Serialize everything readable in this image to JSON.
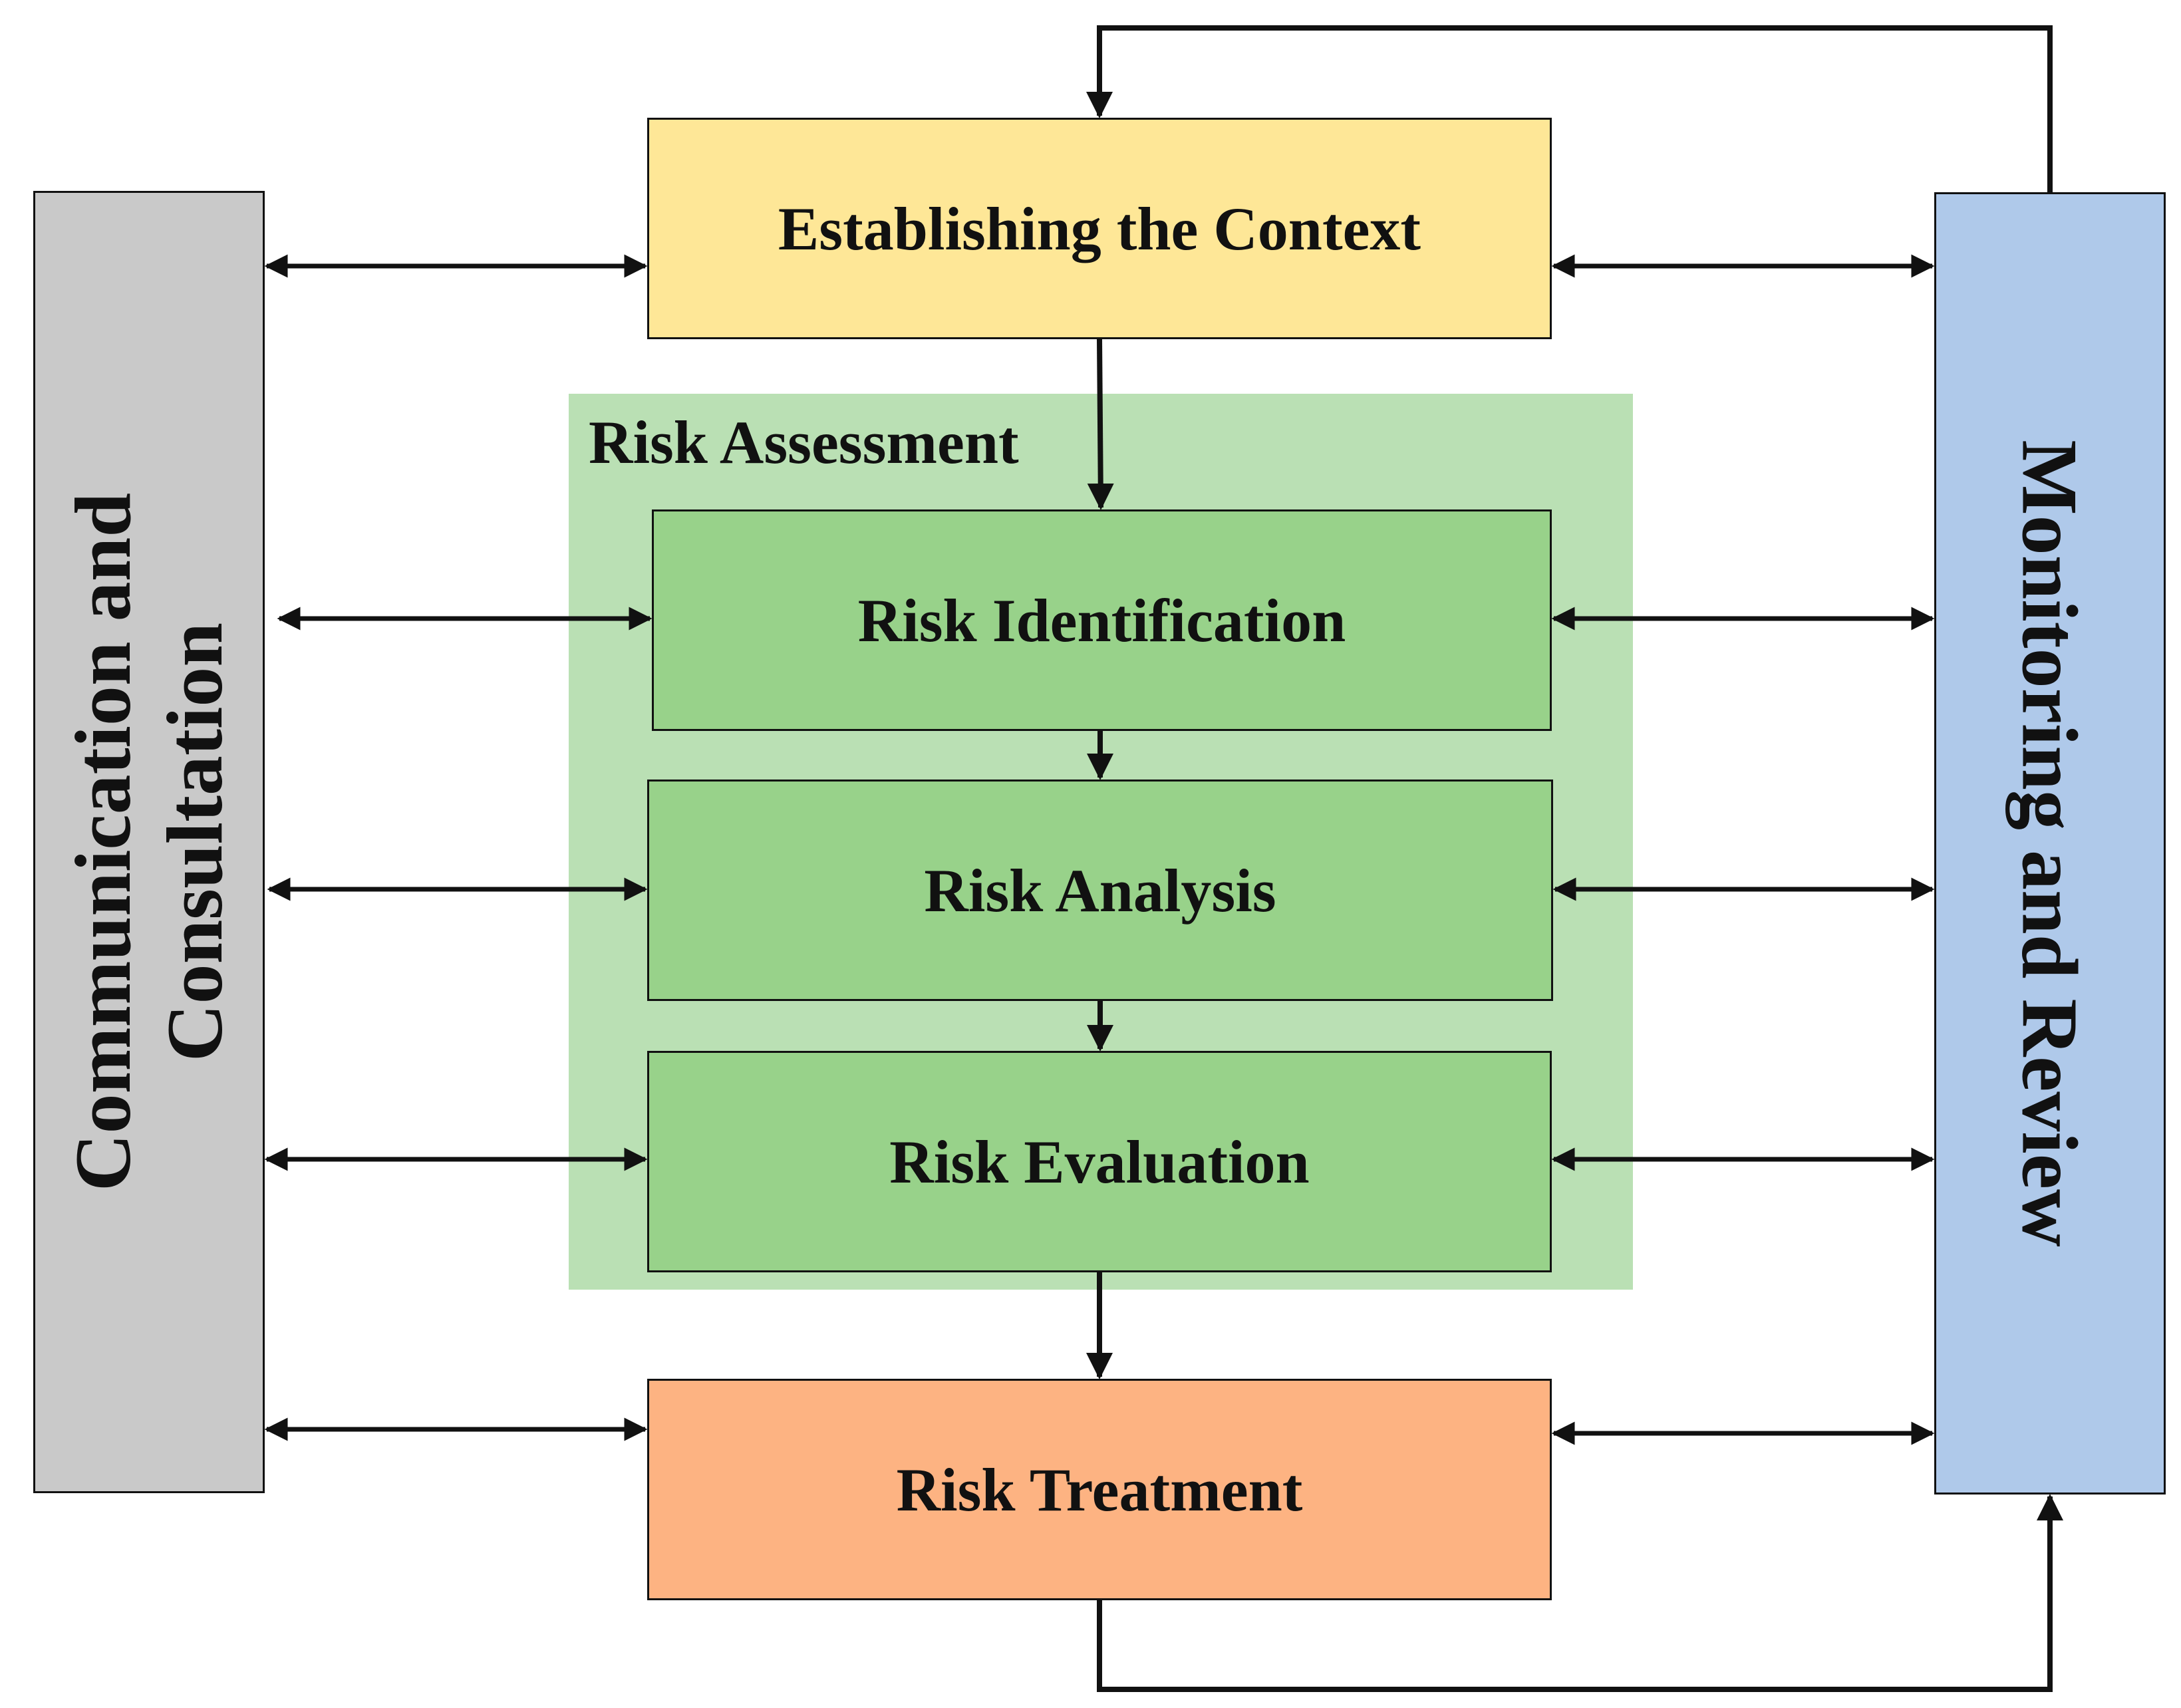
{
  "diagram": {
    "nodes": {
      "context": {
        "label": "Establishing the Context",
        "color": "#FEE797"
      },
      "assessment": {
        "label": "Risk Assessment",
        "color": "#BAE0B4"
      },
      "identification": {
        "label": "Risk Identification",
        "color": "#98D28A"
      },
      "analysis": {
        "label": "Risk Analysis",
        "color": "#98D28A"
      },
      "evaluation": {
        "label": "Risk Evaluation",
        "color": "#98D28A"
      },
      "treatment": {
        "label": "Risk Treatment",
        "color": "#FDB382"
      },
      "communication": {
        "line1": "Communication and",
        "line2": "Consultation",
        "color": "#C9C9C9"
      },
      "monitoring": {
        "label": "Monitoring and Review",
        "color": "#AFC9EA"
      }
    },
    "edges": [
      {
        "from": "context",
        "to": "identification",
        "style": "one-way"
      },
      {
        "from": "identification",
        "to": "analysis",
        "style": "one-way"
      },
      {
        "from": "analysis",
        "to": "evaluation",
        "style": "one-way"
      },
      {
        "from": "evaluation",
        "to": "treatment",
        "style": "one-way"
      },
      {
        "from": "treatment",
        "to": "monitoring",
        "style": "one-way"
      },
      {
        "from": "monitoring",
        "to": "context",
        "style": "one-way"
      },
      {
        "from": "communication",
        "to": "context",
        "style": "two-way"
      },
      {
        "from": "communication",
        "to": "identification",
        "style": "two-way"
      },
      {
        "from": "communication",
        "to": "analysis",
        "style": "two-way"
      },
      {
        "from": "communication",
        "to": "evaluation",
        "style": "two-way"
      },
      {
        "from": "communication",
        "to": "treatment",
        "style": "two-way"
      },
      {
        "from": "context",
        "to": "monitoring",
        "style": "two-way"
      },
      {
        "from": "identification",
        "to": "monitoring",
        "style": "two-way"
      },
      {
        "from": "analysis",
        "to": "monitoring",
        "style": "two-way"
      },
      {
        "from": "evaluation",
        "to": "monitoring",
        "style": "two-way"
      },
      {
        "from": "treatment",
        "to": "monitoring",
        "style": "two-way"
      }
    ]
  }
}
